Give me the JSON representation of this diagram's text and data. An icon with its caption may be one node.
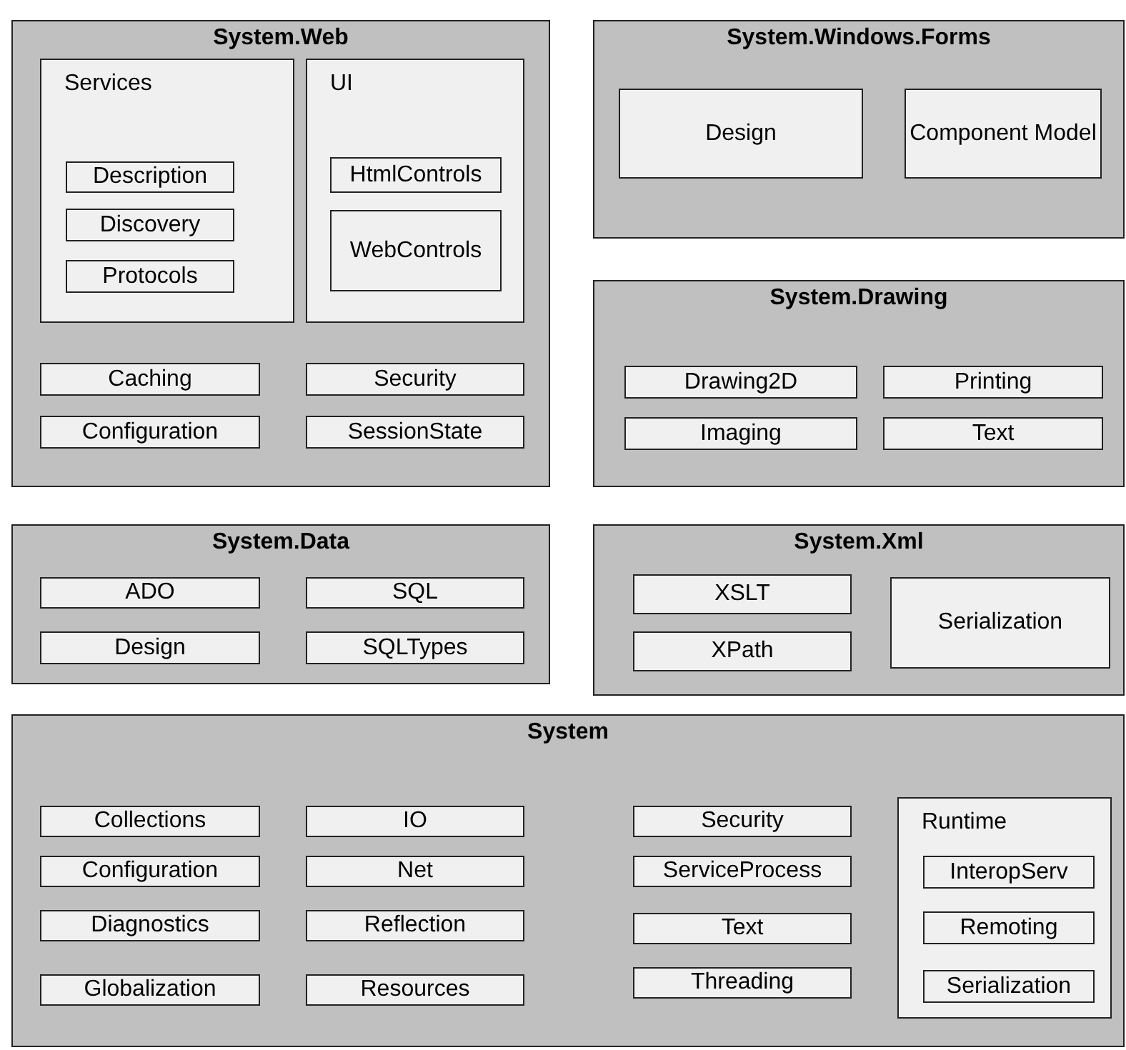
{
  "diagram": {
    "nodes": [
      {
        "text": [
          "System.Web"
        ]
      },
      {
        "text": [
          "Services"
        ],
        "in": 0
      },
      {
        "text": [
          "Description"
        ],
        "in": 1
      },
      {
        "text": [
          "Discovery"
        ],
        "in": 1
      },
      {
        "text": [
          "Protocols"
        ],
        "in": 1
      },
      {
        "text": [
          "UI"
        ],
        "in": 0
      },
      {
        "text": [
          "HtmlControls"
        ],
        "in": 5
      },
      {
        "text": [
          "WebControls"
        ],
        "in": 5
      },
      {
        "text": [
          "Caching"
        ],
        "in": 0
      },
      {
        "text": [
          "Security"
        ],
        "in": 0
      },
      {
        "text": [
          "Configuration"
        ],
        "in": 0
      },
      {
        "text": [
          "SessionState"
        ],
        "in": 0
      },
      {
        "text": [
          "System.Windows.Forms"
        ]
      },
      {
        "text": [
          "Design"
        ],
        "in": 12
      },
      {
        "text": [
          "Component Model"
        ],
        "in": 12
      },
      {
        "text": [
          "System.Drawing"
        ]
      },
      {
        "text": [
          "Drawing2D"
        ],
        "in": 15
      },
      {
        "text": [
          "Printing"
        ],
        "in": 15
      },
      {
        "text": [
          "Imaging"
        ],
        "in": 15
      },
      {
        "text": [
          "Text"
        ],
        "in": 15
      },
      {
        "text": [
          "System.Data"
        ]
      },
      {
        "text": [
          "ADO"
        ],
        "in": 20
      },
      {
        "text": [
          "SQL"
        ],
        "in": 20
      },
      {
        "text": [
          "Design"
        ],
        "in": 20
      },
      {
        "text": [
          "SQLTypes"
        ],
        "in": 20
      },
      {
        "text": [
          "System.Xml"
        ]
      },
      {
        "text": [
          "XSLT"
        ],
        "in": 25
      },
      {
        "text": [
          "XPath"
        ],
        "in": 25
      },
      {
        "text": [
          "Serialization"
        ],
        "in": 25
      },
      {
        "text": [
          "System"
        ]
      },
      {
        "text": [
          "Collections"
        ],
        "in": 29
      },
      {
        "text": [
          "Configuration"
        ],
        "in": 29
      },
      {
        "text": [
          "Diagnostics"
        ],
        "in": 29
      },
      {
        "text": [
          "Globalization"
        ],
        "in": 29
      },
      {
        "text": [
          "IO"
        ],
        "in": 29
      },
      {
        "text": [
          "Net"
        ],
        "in": 29
      },
      {
        "text": [
          "Reflection"
        ],
        "in": 29
      },
      {
        "text": [
          "Resources"
        ],
        "in": 29
      },
      {
        "text": [
          "Security"
        ],
        "in": 29
      },
      {
        "text": [
          "ServiceProcess"
        ],
        "in": 29
      },
      {
        "text": [
          "Text"
        ],
        "in": 29
      },
      {
        "text": [
          "Threading"
        ],
        "in": 29
      },
      {
        "text": [
          "Runtime"
        ],
        "in": 29
      },
      {
        "text": [
          "InteropServ"
        ],
        "in": 42
      },
      {
        "text": [
          "Remoting"
        ],
        "in": 42
      },
      {
        "text": [
          "Serialization"
        ],
        "in": 42
      }
    ],
    "edges": []
  }
}
